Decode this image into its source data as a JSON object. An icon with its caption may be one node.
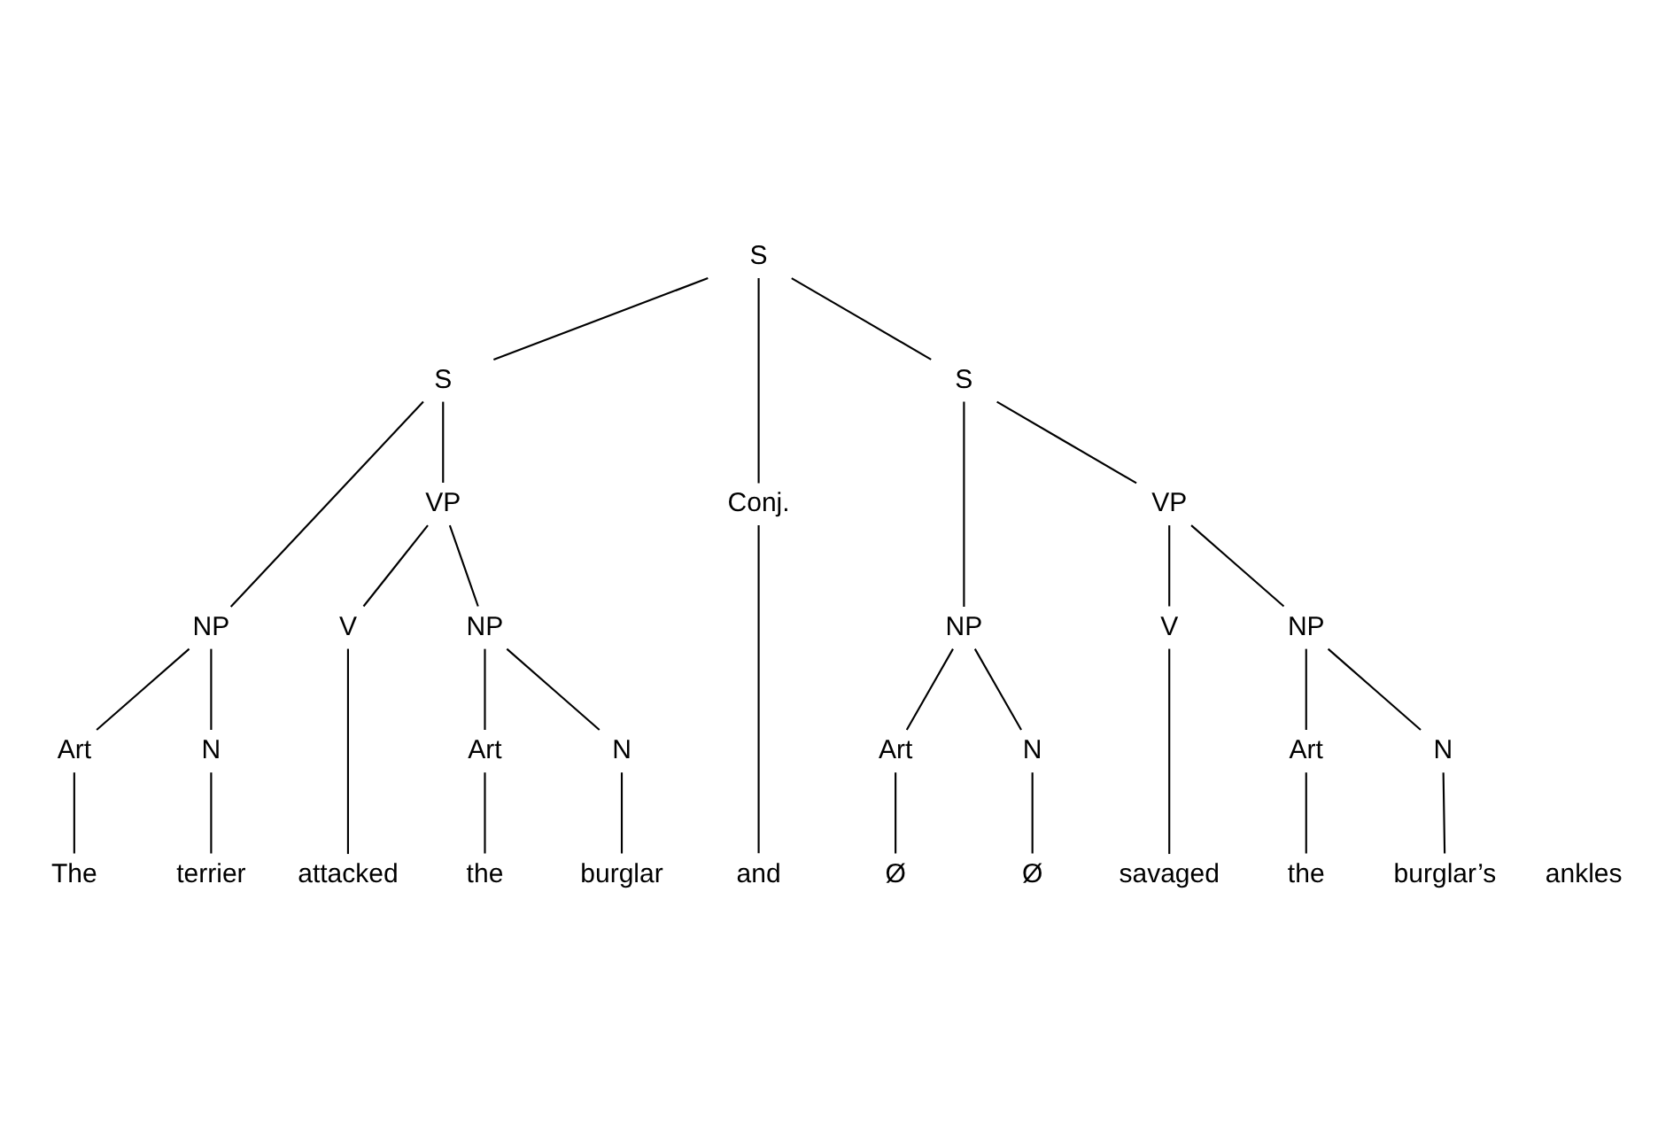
{
  "diagram": {
    "nodes": [
      {
        "text": [
          "S"
        ]
      },
      {
        "text": [
          "S"
        ]
      },
      {
        "text": [
          "Conj."
        ]
      },
      {
        "text": [
          "S"
        ]
      },
      {
        "text": [
          "NP"
        ]
      },
      {
        "text": [
          "VP"
        ]
      },
      {
        "text": [
          "NP"
        ]
      },
      {
        "text": [
          "VP"
        ]
      },
      {
        "text": [
          "Art"
        ]
      },
      {
        "text": [
          "N"
        ]
      },
      {
        "text": [
          "V"
        ]
      },
      {
        "text": [
          "NP"
        ]
      },
      {
        "text": [
          "Art"
        ]
      },
      {
        "text": [
          "N"
        ]
      },
      {
        "text": [
          "V"
        ]
      },
      {
        "text": [
          "NP"
        ]
      },
      {
        "text": [
          "Art"
        ]
      },
      {
        "text": [
          "N"
        ]
      },
      {
        "text": [
          "Art"
        ]
      },
      {
        "text": [
          "N"
        ]
      },
      {
        "text": [
          "The"
        ]
      },
      {
        "text": [
          "terrier"
        ]
      },
      {
        "text": [
          "attacked"
        ]
      },
      {
        "text": [
          "the"
        ]
      },
      {
        "text": [
          "burglar"
        ]
      },
      {
        "text": [
          "and"
        ]
      },
      {
        "text": [
          "Ø"
        ]
      },
      {
        "text": [
          "Ø"
        ]
      },
      {
        "text": [
          "savaged"
        ]
      },
      {
        "text": [
          "the"
        ]
      },
      {
        "text": [
          "burglar’s"
        ]
      }
    ],
    "edges": [
      {
        "from": 0,
        "to": 1,
        "arrow": "none"
      },
      {
        "from": 0,
        "to": 2,
        "arrow": "none"
      },
      {
        "from": 0,
        "to": 3,
        "arrow": "none"
      },
      {
        "from": 1,
        "to": 4,
        "arrow": "none"
      },
      {
        "from": 1,
        "to": 5,
        "arrow": "none"
      },
      {
        "from": 3,
        "to": 6,
        "arrow": "none"
      },
      {
        "from": 3,
        "to": 7,
        "arrow": "none"
      },
      {
        "from": 4,
        "to": 8,
        "arrow": "none"
      },
      {
        "from": 4,
        "to": 9,
        "arrow": "none"
      },
      {
        "from": 5,
        "to": 10,
        "arrow": "none"
      },
      {
        "from": 5,
        "to": 11,
        "arrow": "none"
      },
      {
        "from": 6,
        "to": 12,
        "arrow": "none"
      },
      {
        "from": 6,
        "to": 13,
        "arrow": "none"
      },
      {
        "from": 7,
        "to": 14,
        "arrow": "none"
      },
      {
        "from": 7,
        "to": 15,
        "arrow": "none"
      },
      {
        "from": 11,
        "to": 16,
        "arrow": "none"
      },
      {
        "from": 11,
        "to": 17,
        "arrow": "none"
      },
      {
        "from": 15,
        "to": 18,
        "arrow": "none"
      },
      {
        "from": 15,
        "to": 19,
        "arrow": "none"
      },
      {
        "from": 8,
        "to": 20,
        "arrow": "none"
      },
      {
        "from": 9,
        "to": 21,
        "arrow": "none"
      },
      {
        "from": 10,
        "to": 22,
        "arrow": "none"
      },
      {
        "from": 16,
        "to": 23,
        "arrow": "none"
      },
      {
        "from": 17,
        "to": 24,
        "arrow": "none"
      },
      {
        "from": 2,
        "to": 25,
        "arrow": "none"
      },
      {
        "from": 12,
        "to": 26,
        "arrow": "none"
      },
      {
        "from": 13,
        "to": 27,
        "arrow": "none"
      },
      {
        "from": 14,
        "to": 28,
        "arrow": "none"
      },
      {
        "from": 18,
        "to": 29,
        "arrow": "none"
      },
      {
        "from": 19,
        "to": 30,
        "arrow": "none"
      }
    ],
    "labels": [
      "ankles"
    ]
  }
}
